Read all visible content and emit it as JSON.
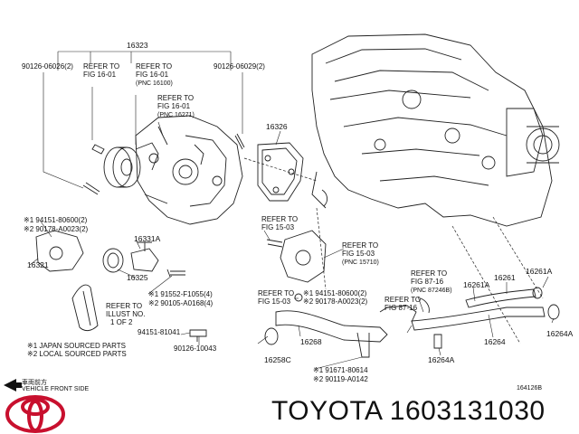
{
  "brand": "TOYOTA",
  "part_number": "1603131030",
  "diagram_code": "164126B",
  "direction": {
    "jp": "車両前方",
    "en": "VEHICLE FRONT SIDE"
  },
  "callouts": {
    "c16323": "16323",
    "bolt_left": "90126-06026(2)",
    "bolt_right": "90126-06029(2)",
    "refer_1a": "REFER TO",
    "refer_1b": "FIG 16-01",
    "refer_2a": "REFER TO",
    "refer_2b": "FIG 16-01",
    "refer_2c": "(PNC 16100)",
    "refer_3a": "REFER TO",
    "refer_3b": "FIG 16-01",
    "refer_3c": "(PNC 16271)",
    "c16326": "16326",
    "gasket_1": "※1 94151-80600(2)",
    "gasket_2": "※2 90178-A0023(2)",
    "c16331A": "16331A",
    "c16321": "16321",
    "c16325": "16325",
    "refer_4a": "REFER TO",
    "refer_4b": "FIG 15-03",
    "refer_5a": "REFER TO",
    "refer_5b": "FIG 15-03",
    "refer_5c": "(PNC 15710)",
    "refer_6a": "REFER TO",
    "refer_6b": "FIG 15-03",
    "gasket_3": "※1 94151-80600(2)",
    "gasket_4": "※2 90178-A0023(2)",
    "washer_1": "※1 91552-F1055(4)",
    "washer_2": "※2 90105-A0168(4)",
    "refer_illus_a": "REFER TO",
    "refer_illus_b": "ILLUST NO.",
    "refer_illus_c": "1 OF 2",
    "c94151": "94151-81041",
    "c90126_10043": "90126-10043",
    "c16268": "16268",
    "c16258C": "16258C",
    "screw_1": "※1 91671-80614",
    "screw_2": "※2 90119-A0142",
    "refer_7a": "REFER TO",
    "refer_7b": "FIG 87-16",
    "refer_7c": "(PNC 87246B)",
    "refer_8a": "REFER TO",
    "refer_8b": "FIG 87-16",
    "c16261A_1": "16261A",
    "c16261": "16261",
    "c16261A_2": "16261A",
    "c16264": "16264",
    "c16264A_1": "16264A",
    "c16264A_2": "16264A",
    "legend_1": "※1 JAPAN SOURCED PARTS",
    "legend_2": "※2 LOCAL SOURCED PARTS"
  }
}
